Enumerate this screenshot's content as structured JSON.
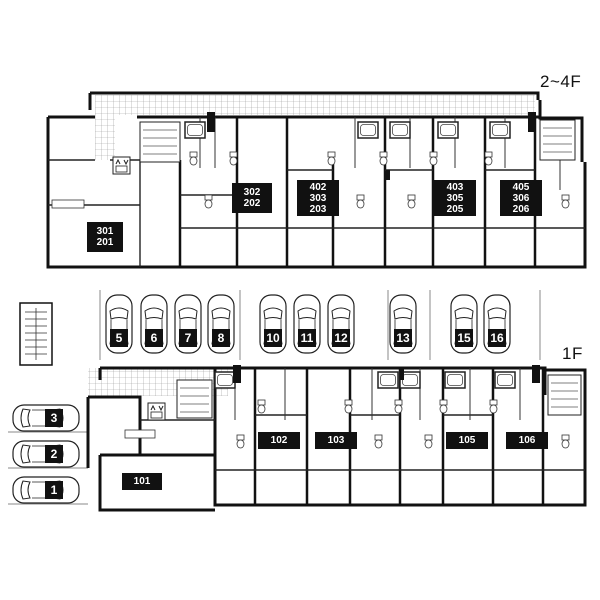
{
  "floors": {
    "upper_label": "2~4F",
    "ground_label": "1F"
  },
  "upper_units": [
    {
      "lines": [
        "301",
        "201"
      ]
    },
    {
      "lines": [
        "302",
        "202"
      ]
    },
    {
      "lines": [
        "402",
        "303",
        "203"
      ]
    },
    {
      "lines": [
        "403",
        "305",
        "205"
      ]
    },
    {
      "lines": [
        "405",
        "306",
        "206"
      ]
    }
  ],
  "ground_units": [
    "101",
    "102",
    "103",
    "105",
    "106"
  ],
  "parking_top": [
    "5",
    "6",
    "7",
    "8",
    "10",
    "11",
    "12",
    "13",
    "15",
    "16"
  ],
  "parking_left": [
    "3",
    "2",
    "1"
  ],
  "icons": {
    "elevator": "elevator-icon",
    "car": "car-icon",
    "bike_rack": "bicycle-rack-icon"
  },
  "colors": {
    "wall": "#111111",
    "badge": "#111111",
    "badge_text": "#ffffff",
    "tile": "#999999"
  }
}
